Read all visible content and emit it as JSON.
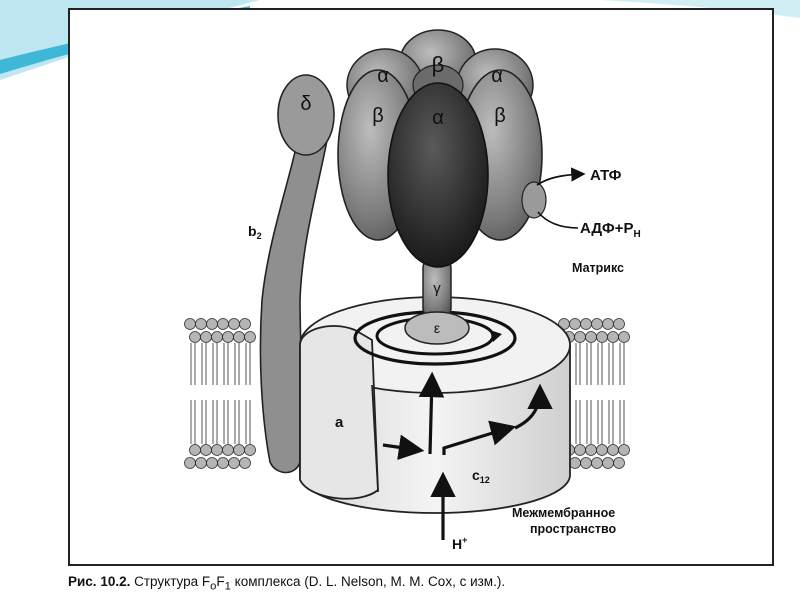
{
  "labels": {
    "beta_top": "β",
    "alpha_left": "α",
    "alpha_right": "α",
    "beta_left": "β",
    "alpha_center": "α",
    "beta_right": "β",
    "delta": "δ",
    "b2": "b",
    "b2_sub": "2",
    "gamma": "γ",
    "epsilon": "ε",
    "a": "a",
    "c12": "c",
    "c12_sub": "12",
    "atp": "АТФ",
    "adp_pn": "АДФ+Р",
    "adp_pn_sub": "Н",
    "matrix": "Матрикс",
    "intermembrane_line1": "Межмембранное",
    "intermembrane_line2": "пространство",
    "proton": "Н",
    "proton_sup": "+"
  },
  "caption": {
    "prefix": "Рис. 10.2.",
    "text_before": " Структура F",
    "sub_o": "o",
    "f": "F",
    "sub_1": "1",
    "text_after": " комплекса (D. L. Nelson, M. M. Cox, с изм.)."
  },
  "colors": {
    "accent": "#3fb7d6",
    "frame": "#222222"
  }
}
